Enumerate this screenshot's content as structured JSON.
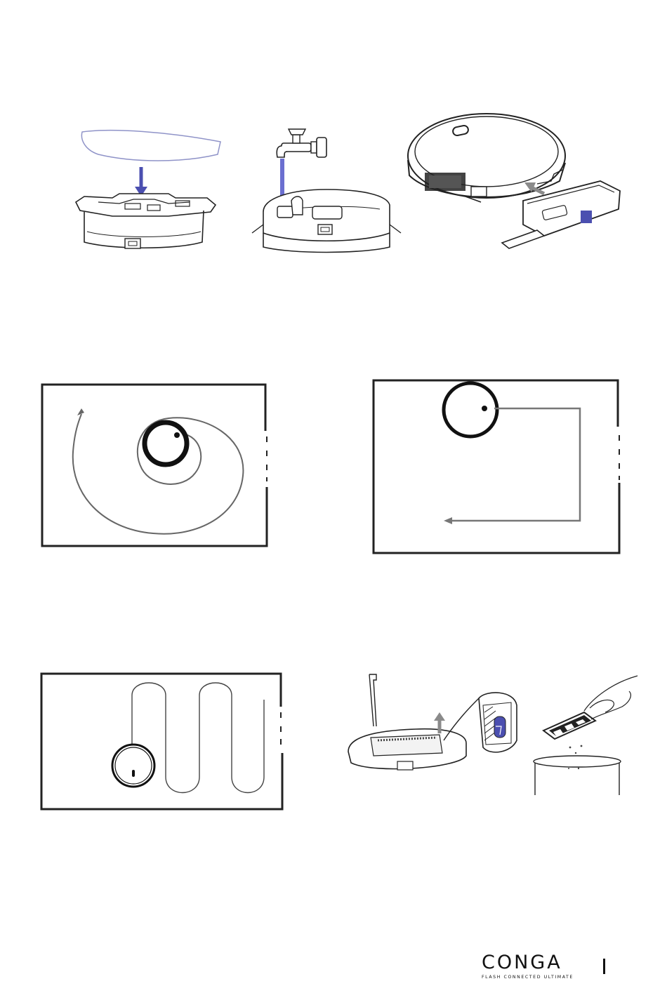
{
  "page": {
    "figures": [
      {
        "name": "mop-cloth-attach-illustration",
        "icon": "mop-pad-arrow"
      },
      {
        "name": "water-tank-fill-illustration",
        "icon": "faucet-water"
      },
      {
        "name": "water-tank-insert-illustration",
        "icon": "robot-tank-insert"
      },
      {
        "name": "spiral-cleaning-mode-diagram",
        "icon": "spiral-path"
      },
      {
        "name": "edge-cleaning-mode-diagram",
        "icon": "edge-path"
      },
      {
        "name": "zigzag-cleaning-mode-diagram",
        "icon": "zigzag-path"
      },
      {
        "name": "dust-bin-filter-emptying-illustration",
        "icon": "filter-bin"
      }
    ],
    "colors": {
      "accent": "#4b4fb0",
      "water": "#6b6fd0",
      "line": "#111111",
      "gray_arrow": "#8a8a8a"
    }
  },
  "footer": {
    "brand": "CONGA",
    "tagline": "FLASH CONNECTED ULTIMATE"
  }
}
